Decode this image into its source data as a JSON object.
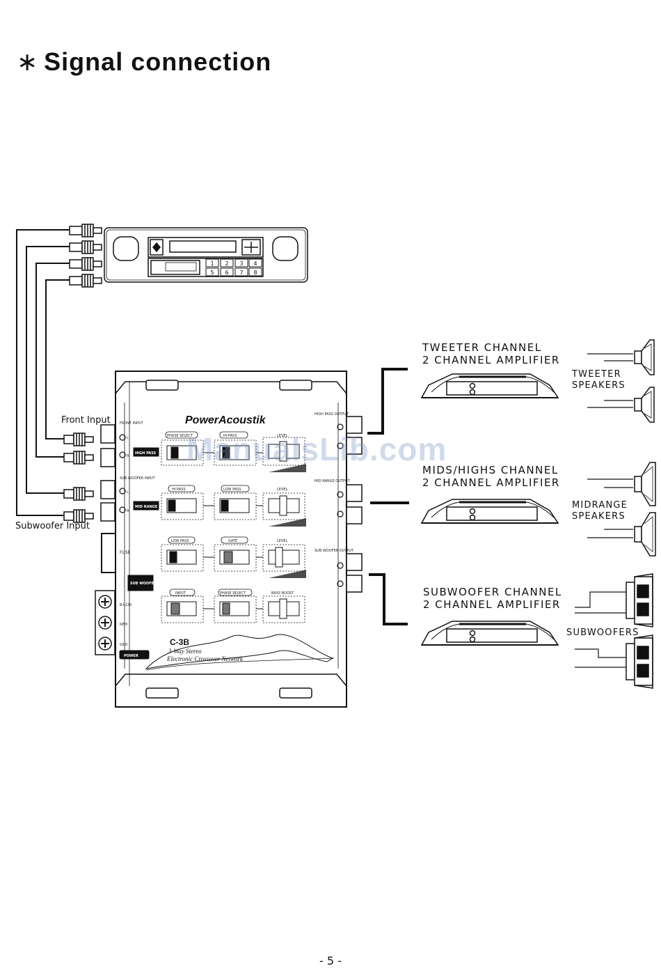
{
  "page": {
    "title_mark": "∗",
    "title": "Signal connection",
    "page_number": "- 5 -",
    "watermark": "ManualsLib.com"
  },
  "inputs": {
    "front_input": "Front Input",
    "subwoofer_input": "Subwoofer Input"
  },
  "head_unit": {
    "presets": [
      "1",
      "2",
      "3",
      "4",
      "5",
      "6",
      "7",
      "8"
    ]
  },
  "amplifiers": [
    {
      "line1": "TWEETER CHANNEL",
      "line2": "2 CHANNEL AMPLIFIER"
    },
    {
      "line1": "MIDS/HIGHS CHANNEL",
      "line2": "2 CHANNEL AMPLIFIER"
    },
    {
      "line1": "SUBWOOFER CHANNEL",
      "line2": "2 CHANNEL AMPLIFIER"
    }
  ],
  "speakers": {
    "tweeter": {
      "line1": "TWEETER",
      "line2": "SPEAKERS"
    },
    "midrange": {
      "line1": "MIDRANGE",
      "line2": "SPEAKERS"
    },
    "subwoofers": "SUBWOOFERS"
  },
  "crossover": {
    "brand": "PowerAcoustik",
    "model": "C-3B",
    "tagline1": "3-Way Stereo",
    "tagline2": "Electronic Crossover Network",
    "front_input": "FRONT INPUT",
    "sub_input": "SUB WOOFER INPUT",
    "fuse": "FUSE",
    "b12v": "B+12V",
    "rem": "REM",
    "gnd": "GND",
    "power": "POWER",
    "high_pass_out": "HIGH PASS OUTPUT",
    "mid_range_out": "MID RANGE OUTPUT",
    "sub_woofer_out": "SUB WOOFER OUTPUT",
    "sections": {
      "high": "HIGH PASS",
      "mid": "MID RANGE",
      "sub": "SUB WOOFER"
    },
    "controls": {
      "phase_select": "PHASE SELECT",
      "hi_pass": "HI-PASS",
      "level": "LEVEL",
      "low_pass": "LOW PASS",
      "gate": "GATE",
      "input": "INPUT",
      "bass_boost": "BASS BOOST"
    },
    "lr": {
      "l": "L",
      "r": "R"
    }
  },
  "colors": {
    "ink": "#111111",
    "paper": "#ffffff",
    "watermark": "#7896c8"
  }
}
